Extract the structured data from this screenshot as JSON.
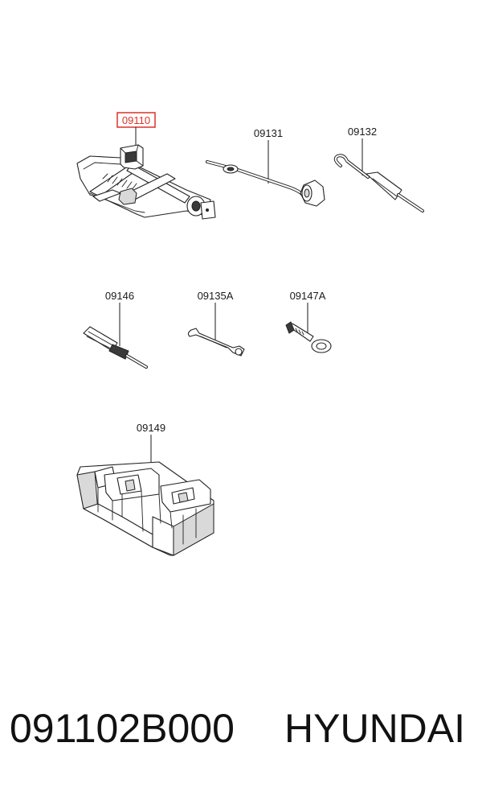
{
  "parts": {
    "jack": {
      "label": "09110",
      "selected": true
    },
    "jack_handle": {
      "label": "09131"
    },
    "hook_rod": {
      "label": "09132"
    },
    "screwdriver": {
      "label": "09146"
    },
    "wrench": {
      "label": "09135A"
    },
    "tow_hook": {
      "label": "09147A"
    },
    "tool_tray": {
      "label": "09149"
    }
  },
  "footer": {
    "part_number": "091102B000",
    "brand": "HYUNDAI"
  },
  "colors": {
    "highlight": "#d8332a",
    "line": "#222222",
    "background": "#ffffff"
  }
}
